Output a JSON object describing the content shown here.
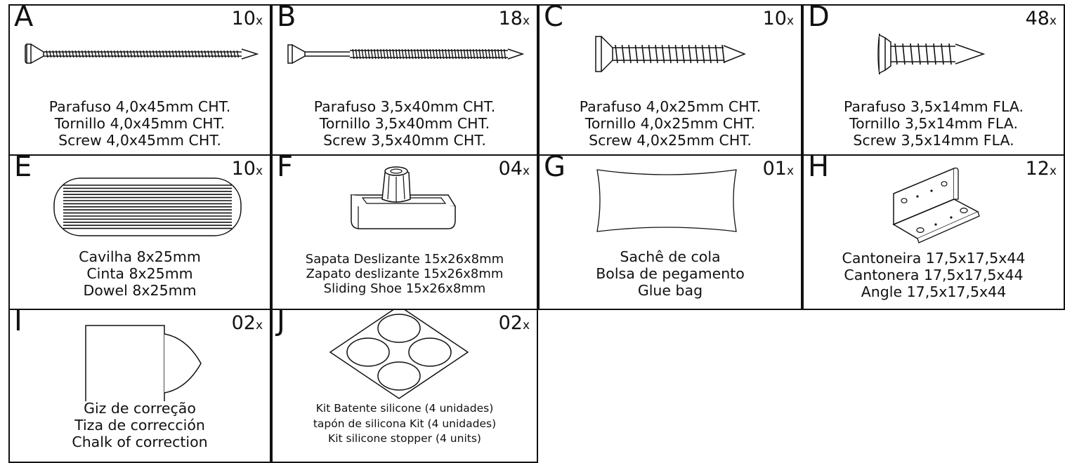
{
  "parts": [
    {
      "letter": "A",
      "qty": "10",
      "unit": "x",
      "lines": [
        "Parafuso 4,0x45mm CHT.",
        "Tornillo 4,0x45mm CHT.",
        "Screw 4,0x45mm CHT."
      ],
      "icon": "long-screw-icon"
    },
    {
      "letter": "B",
      "qty": "18",
      "unit": "x",
      "lines": [
        "Parafuso 3,5x40mm CHT.",
        "Tornillo 3,5x40mm CHT.",
        "Screw 3,5x40mm CHT."
      ],
      "icon": "screw-with-shank-icon"
    },
    {
      "letter": "C",
      "qty": "10",
      "unit": "x",
      "lines": [
        "Parafuso 4,0x25mm CHT.",
        "Tornillo 4,0x25mm CHT.",
        "Screw 4,0x25mm CHT."
      ],
      "icon": "short-screw-icon"
    },
    {
      "letter": "D",
      "qty": "48",
      "unit": "x",
      "lines": [
        "Parafuso 3,5x14mm FLA.",
        "Tornillo 3,5x14mm FLA.",
        "Screw 3,5x14mm FLA."
      ],
      "icon": "flange-screw-icon"
    },
    {
      "letter": "E",
      "qty": "10",
      "unit": "x",
      "lines": [
        "Cavilha 8x25mm",
        "Cinta 8x25mm",
        "Dowel 8x25mm"
      ],
      "icon": "dowel-icon"
    },
    {
      "letter": "F",
      "qty": "04",
      "unit": "x",
      "lines": [
        "Sapata Deslizante 15x26x8mm",
        "Zapato deslizante 15x26x8mm",
        "Sliding Shoe 15x26x8mm"
      ],
      "icon": "sliding-shoe-icon"
    },
    {
      "letter": "G",
      "qty": "01",
      "unit": "x",
      "lines": [
        "Sachê de cola",
        "Bolsa de pegamento",
        "Glue bag"
      ],
      "icon": "glue-bag-icon"
    },
    {
      "letter": "H",
      "qty": "12",
      "unit": "x",
      "lines": [
        "Cantoneira 17,5x17,5x44",
        "Cantonera 17,5x17,5x44",
        "Angle 17,5x17,5x44"
      ],
      "icon": "angle-bracket-icon"
    },
    {
      "letter": "I",
      "qty": "02",
      "unit": "x",
      "lines": [
        "Giz de correção",
        "Tiza de corrección",
        "Chalk of correction"
      ],
      "icon": "chalk-icon"
    },
    {
      "letter": "J",
      "qty": "02",
      "unit": "x",
      "lines": [
        "Kit Batente silicone (4 unidades)",
        "tapón de silicona Kit (4 unidades)",
        "Kit silicone stopper (4 units)"
      ],
      "icon": "silicone-stopper-kit-icon"
    }
  ]
}
